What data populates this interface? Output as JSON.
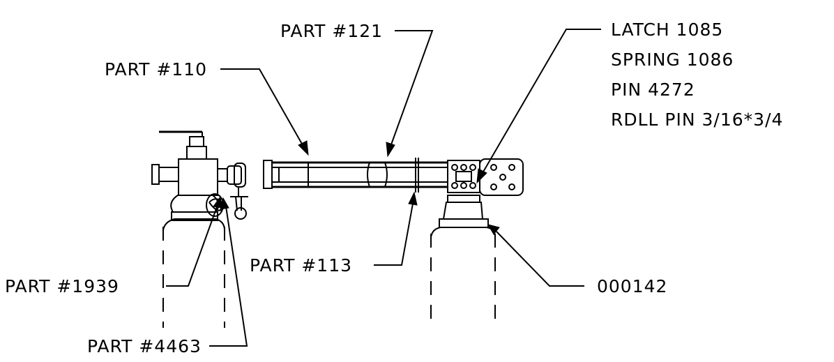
{
  "callouts": {
    "part_121": "PART #121",
    "part_110": "PART #110",
    "latch": "LATCH 1085",
    "spring": "SPRING 1086",
    "pin": "PIN 4272",
    "roll_pin": "RDLL PIN 3/16*3/4",
    "part_113": "PART #113",
    "part_1939": "PART #1939",
    "part_4463": "PART #4463",
    "part_000142": "000142"
  }
}
